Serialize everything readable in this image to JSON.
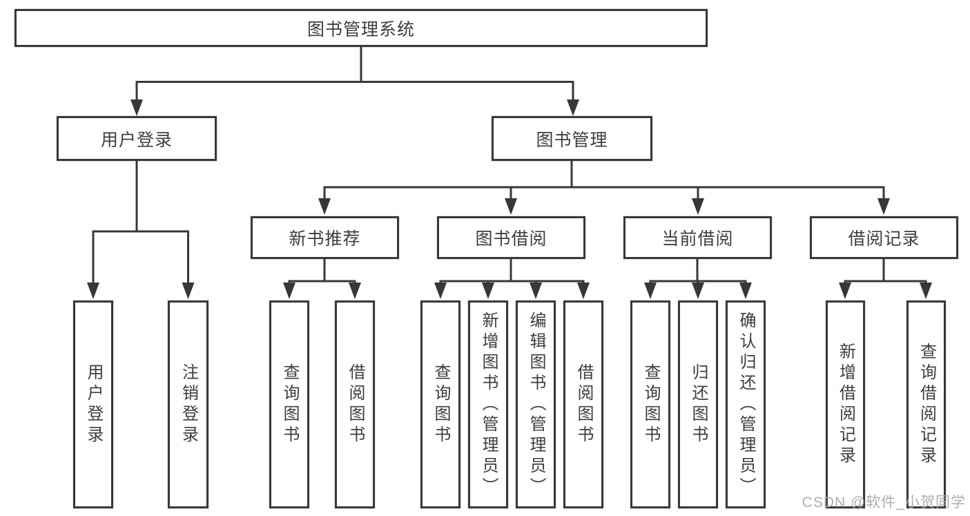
{
  "diagram": {
    "root": "图书管理系统",
    "branches": [
      {
        "label": "用户登录",
        "children": [
          "用户登录",
          "注销登录"
        ]
      },
      {
        "label": "图书管理",
        "groups": [
          {
            "label": "新书推荐",
            "children": [
              "查询图书",
              "借阅图书"
            ]
          },
          {
            "label": "图书借阅",
            "children": [
              "查询图书",
              "新增图书（管理员）",
              "编辑图书（管理员）",
              "借阅图书"
            ]
          },
          {
            "label": "当前借阅",
            "children": [
              "查询图书",
              "归还图书",
              "确认归还（管理员）"
            ]
          },
          {
            "label": "借阅记录",
            "children": [
              "新增借阅记录",
              "查询借阅记录"
            ]
          }
        ]
      }
    ]
  },
  "watermark": {
    "text": "CSDN @软件_小贺同学"
  },
  "colors": {
    "line": "#373737",
    "text": "#3d3d3d",
    "background": "#ffffff",
    "watermark": "#a8a8a8"
  }
}
